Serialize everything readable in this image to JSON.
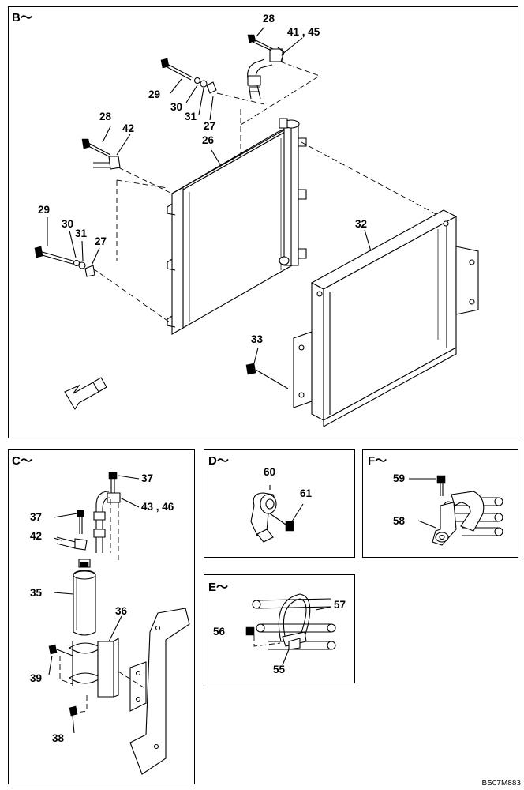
{
  "panels": {
    "B": {
      "title": "B～"
    },
    "C": {
      "title": "C～"
    },
    "D": {
      "title": "D～"
    },
    "E": {
      "title": "E～"
    },
    "F": {
      "title": "F～"
    }
  },
  "labels": {
    "b_28_top": "28",
    "b_41_45": "41 , 45",
    "b_29_top": "29",
    "b_30_top": "30",
    "b_31_top": "31",
    "b_27_top": "27",
    "b_28_left": "28",
    "b_42": "42",
    "b_26": "26",
    "b_29_left": "29",
    "b_30_left": "30",
    "b_31_left": "31",
    "b_27_left": "27",
    "b_32": "32",
    "b_33": "33",
    "c_37_top": "37",
    "c_43_46": "43 , 46",
    "c_37_left": "37",
    "c_42": "42",
    "c_35": "35",
    "c_36": "36",
    "c_39": "39",
    "c_38": "38",
    "d_60": "60",
    "d_61": "61",
    "f_59": "59",
    "f_58": "58",
    "e_57": "57",
    "e_56": "56",
    "e_55": "55"
  },
  "doc_id": "BS07M883",
  "arrow_icon": "direction-arrow-icon"
}
